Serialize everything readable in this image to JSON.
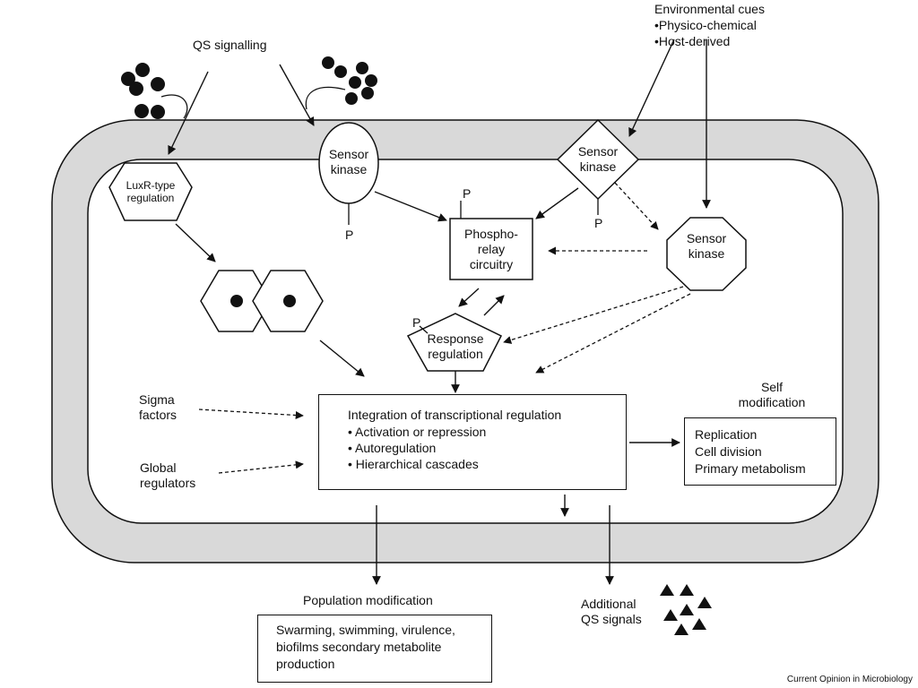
{
  "labels": {
    "qs_signalling": "QS signalling",
    "environmental_cues": "Environmental cues",
    "env_items": [
      "•Physico-chemical",
      "•Host-derived"
    ],
    "luxr": [
      "LuxR-type",
      "regulation"
    ],
    "sensor_kinase": [
      "Sensor",
      "kinase"
    ],
    "phosphate": "P",
    "phosphorelay": [
      "Phospho-",
      "relay",
      "circuitry"
    ],
    "response_regulation": [
      "Response",
      "regulation"
    ],
    "sigma_factors": [
      "Sigma",
      "factors"
    ],
    "global_regulators": [
      "Global",
      "regulators"
    ],
    "integration_title": "Integration of transcriptional regulation",
    "integration_items": [
      "• Activation or repression",
      "• Autoregulation",
      "• Hierarchical cascades"
    ],
    "self_modification": [
      "Self",
      "modification"
    ],
    "self_items": [
      "Replication",
      "Cell division",
      "Primary metabolism"
    ],
    "population_modification": "Population modification",
    "population_items": [
      "Swarming, swimming, virulence,",
      "biofilms secondary metabolite",
      "production"
    ],
    "additional_qs": [
      "Additional",
      "QS signals"
    ],
    "credit": "Current Opinion in Microbiology"
  },
  "colors": {
    "membrane": "#d9d9d9",
    "ink": "#111111"
  }
}
